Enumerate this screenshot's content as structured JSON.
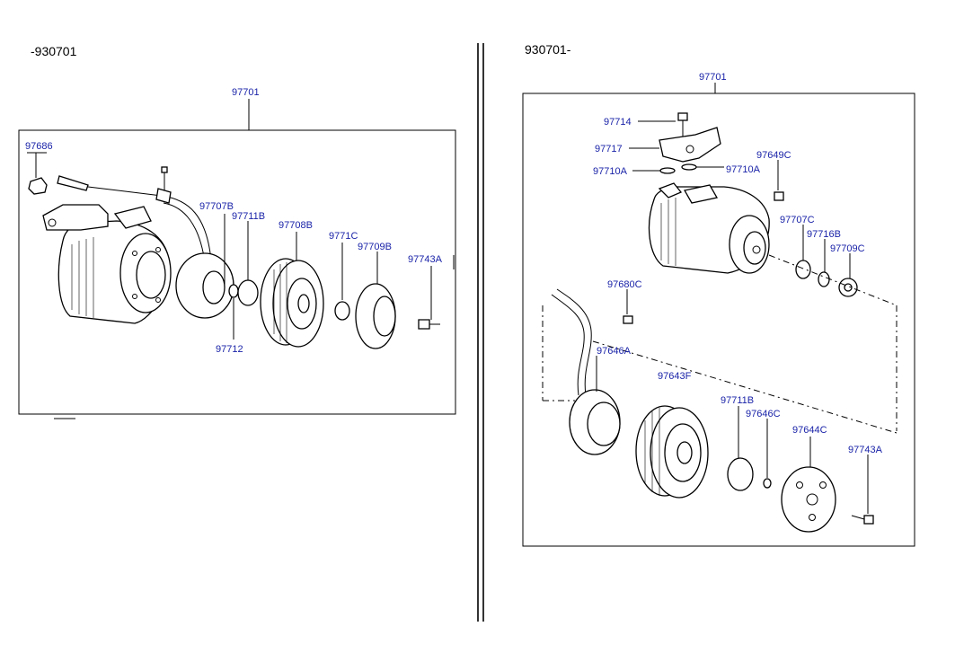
{
  "left_panel": {
    "header": "-930701",
    "labels": {
      "assembly": "97701",
      "p97686": "97686",
      "p97707b": "97707B",
      "p97711b": "97711B",
      "p97708b": "97708B",
      "p9771c": "9771C",
      "p97709b": "97709B",
      "p97743a": "97743A",
      "p97712": "97712"
    }
  },
  "right_panel": {
    "header": "930701-",
    "labels": {
      "assembly": "97701",
      "p97714": "97714",
      "p97717": "97717",
      "p97710a_l": "97710A",
      "p97710a_r": "97710A",
      "p97649c": "97649C",
      "p97707c": "97707C",
      "p97716b": "97716B",
      "p97709c": "97709C",
      "p97680c": "97680C",
      "p97646a": "97646A",
      "p97643f": "97643F",
      "p97711b": "97711B",
      "p97646c": "97646C",
      "p97644c": "97644C",
      "p97743a": "97743A"
    }
  }
}
